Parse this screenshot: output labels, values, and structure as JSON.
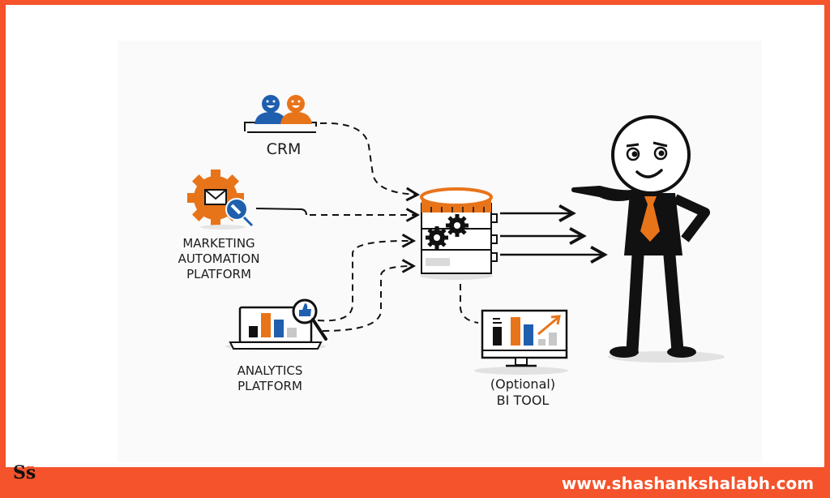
{
  "nodes": {
    "crm": {
      "label": "CRM",
      "icon": "users-icon"
    },
    "marketing": {
      "line1": "MARKETING",
      "line2": "AUTOMATION",
      "line3": "PLATFORM",
      "icon": "gear-mail-icon"
    },
    "analytics": {
      "line1": "ANALYTICS",
      "line2": "PLATFORM",
      "icon": "laptop-chart-icon"
    },
    "warehouse": {
      "icon": "database-gears-icon"
    },
    "bi": {
      "line1": "(Optional)",
      "line2": "BI TOOL",
      "icon": "monitor-chart-icon"
    },
    "person": {
      "icon": "stick-figure-pointing-icon"
    }
  },
  "footer": {
    "logo": "Ss",
    "url": "www.shashankshalabh.com"
  },
  "colors": {
    "accent": "#f4532b",
    "orange": "#e8741a",
    "blue": "#1f5fae",
    "ink": "#111111",
    "gray": "#c8c8c8"
  }
}
